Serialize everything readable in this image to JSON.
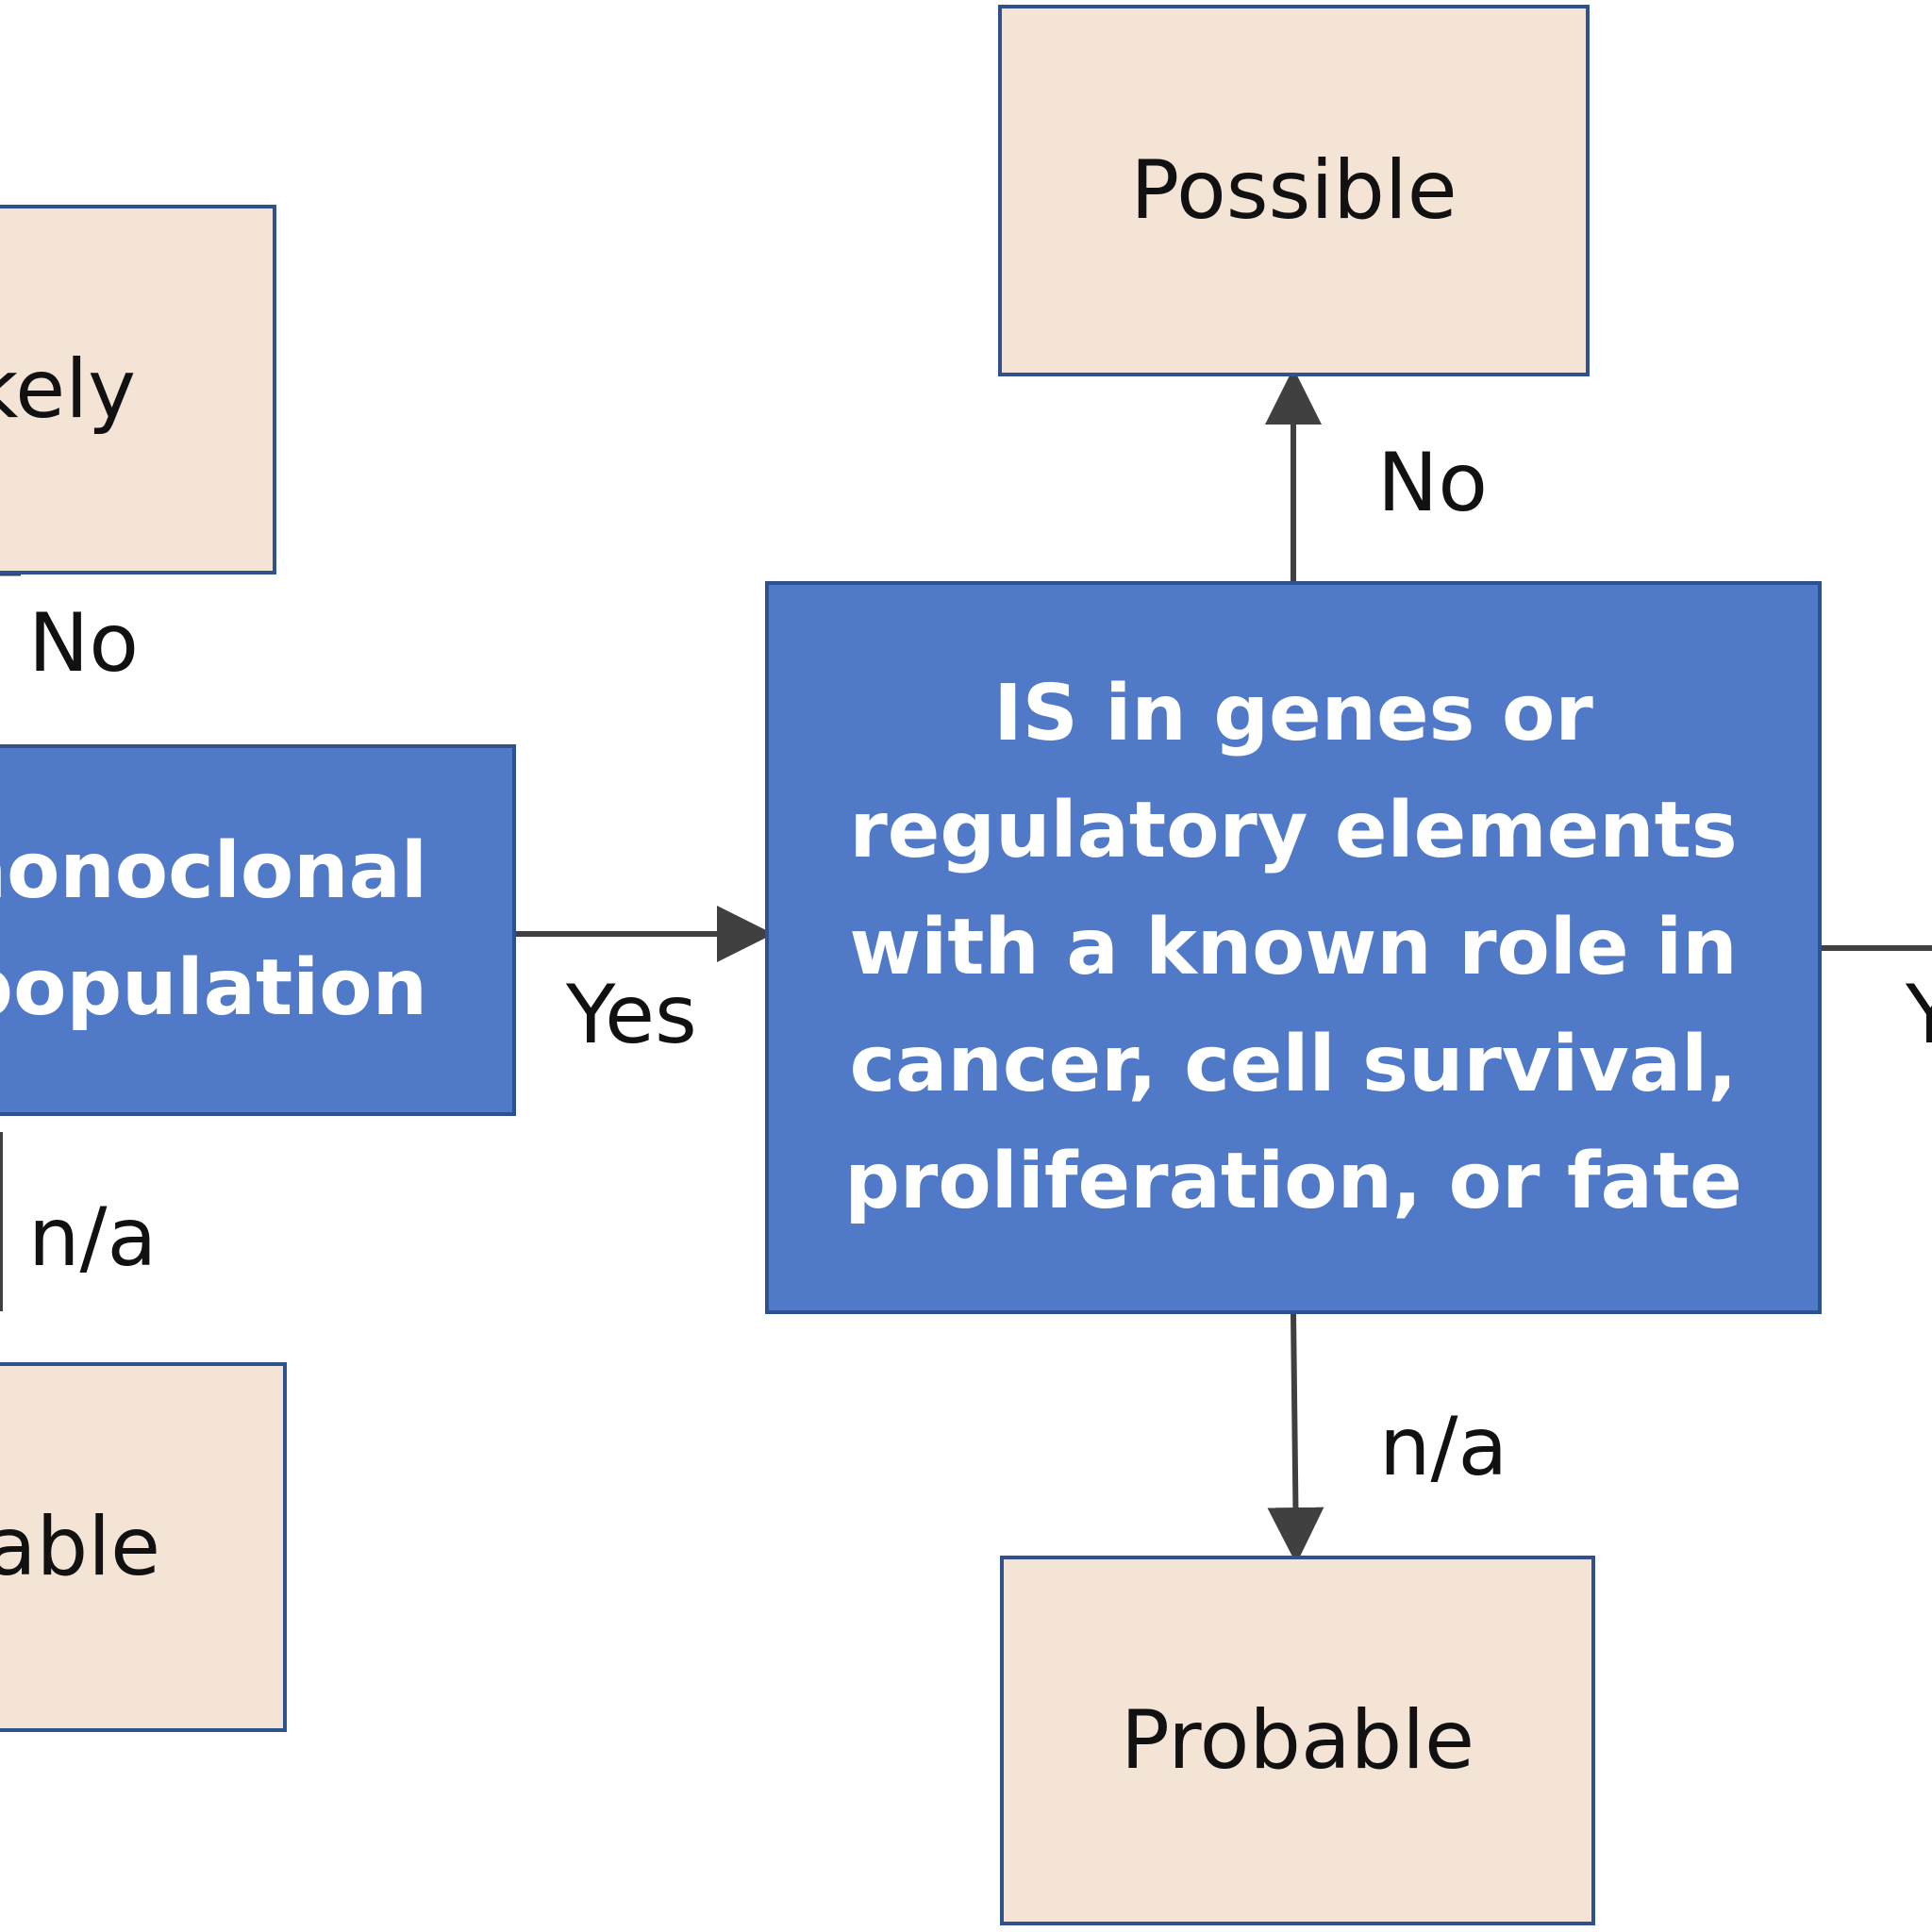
{
  "nodes": {
    "unlikely": {
      "label": "kely"
    },
    "monoclonal": {
      "line1": "nonoclonal",
      "line2": "population"
    },
    "probable_left": {
      "label": "able"
    },
    "possible": {
      "label": "Possible"
    },
    "is_genes": {
      "lines": [
        "IS in genes or",
        "regulatory elements",
        "with a known role in",
        "cancer, cell survival,",
        "proliferation, or fate"
      ]
    },
    "probable": {
      "label": "Probable"
    }
  },
  "edge_labels": {
    "left_no": "No",
    "left_na": "n/a",
    "yes": "Yes",
    "top_no": "No",
    "bottom_na": "n/a",
    "right_partial": "Y"
  },
  "colors": {
    "beige_fill": "#f3e4d6",
    "blue_fill": "#5079c7",
    "border": "#2f528f",
    "arrow": "#404040"
  }
}
